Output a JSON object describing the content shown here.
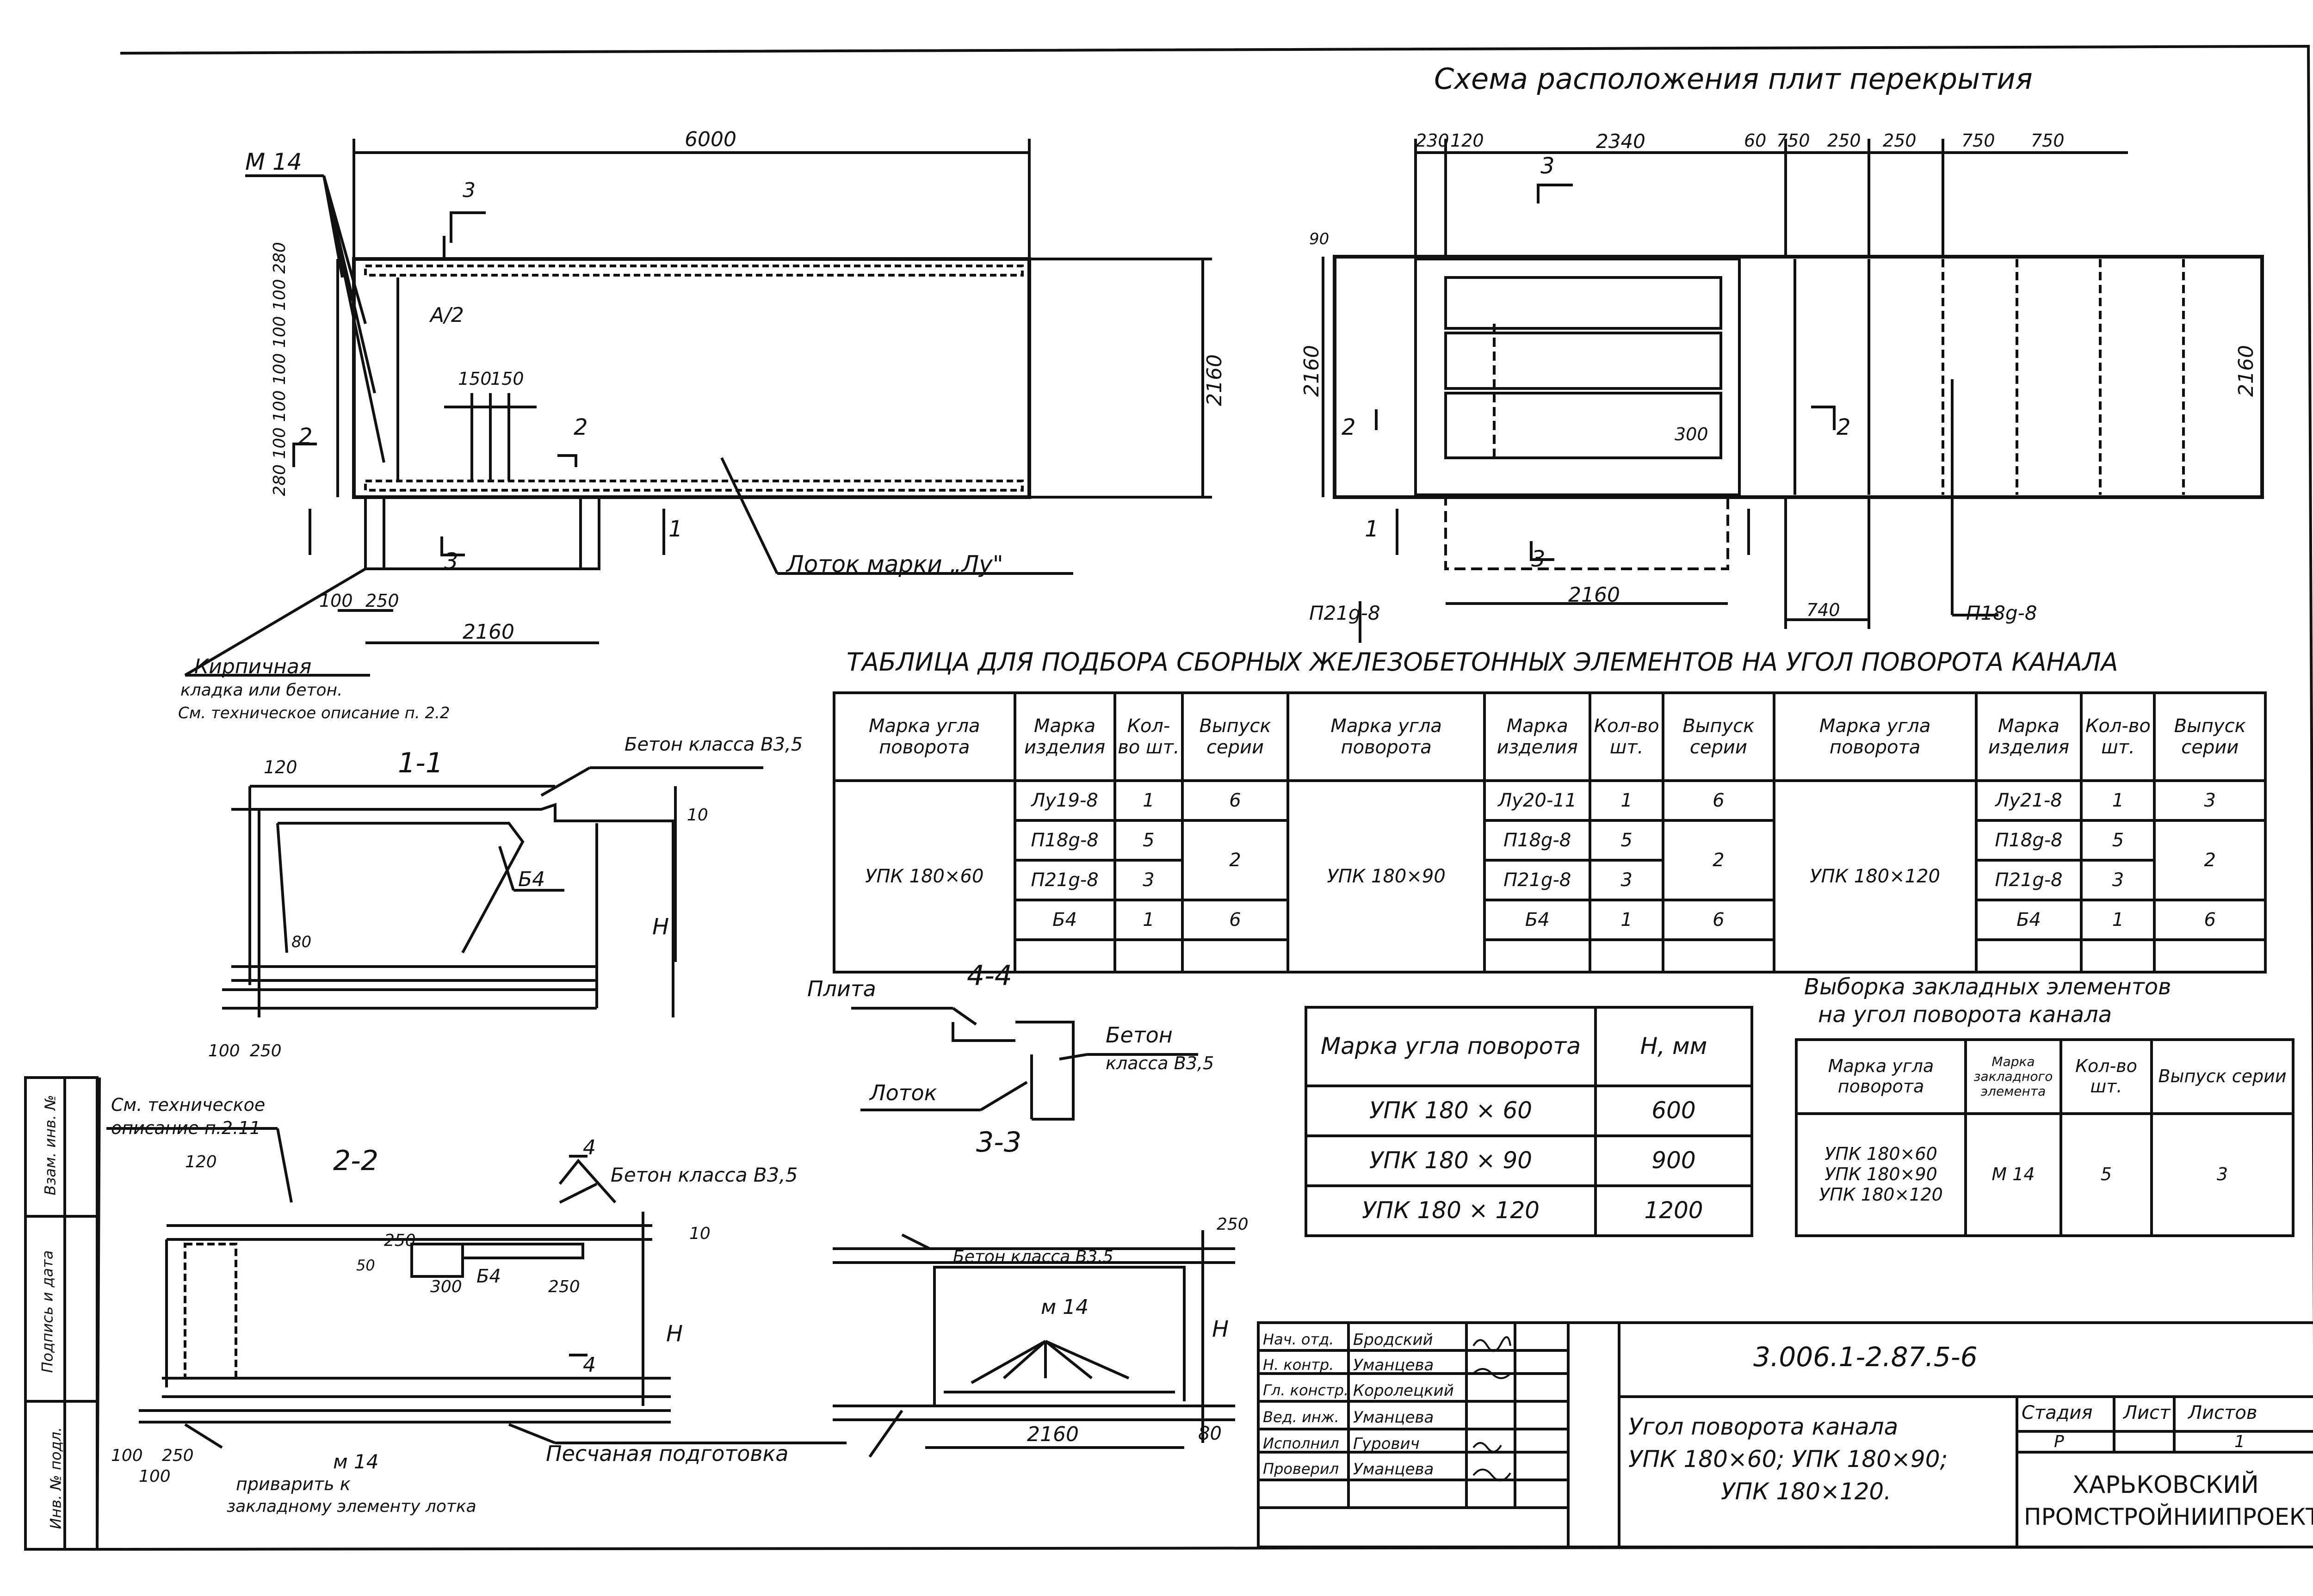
{
  "sheet": {
    "title": "Схема расположения плит перекрытия",
    "table_title": "ТАБЛИЦА ДЛЯ ПОДБОРА СБОРНЫХ ЖЕЛЕЗОБЕТОННЫХ ЭЛЕМЕНТОВ НА УГОЛ ПОВОРОТА КАНАЛА"
  },
  "left_plan": {
    "dim_6000": "6000",
    "dim_2160_right": "2160",
    "dim_2160_bottom": "2160",
    "dim_100": "100",
    "dim_250": "250",
    "dim_150a": "150",
    "dim_150b": "150",
    "label_m14": "М 14",
    "label_a2": "А/2",
    "sec_3": "3",
    "sec_2": "2",
    "sec_1": "1",
    "vert_dims": "280 100 100 100 100 100 280",
    "lotok_label": "Лоток марки „Лу\"",
    "masonry_1": "Кирпичная",
    "masonry_2": "кладка или бетон.",
    "masonry_3": "См. техническое описание п. 2.2"
  },
  "right_plan": {
    "top_dims": [
      "230",
      "120",
      "2340",
      "60",
      "750",
      "250",
      "250",
      "750",
      "750"
    ],
    "dim_2160_left": "2160",
    "dim_2160_right": "2160",
    "dim_2160_bottom": "2160",
    "dim_90": "90",
    "dim_300": "300",
    "dim_740": "740",
    "sec_3": "3",
    "sec_2": "2",
    "sec_1": "1",
    "p21": "П21g-8",
    "p18": "П18g-8"
  },
  "sec_1_1": {
    "title": "1-1",
    "beton": "Бетон класса В3,5",
    "dim_120": "120",
    "dim_10": "10",
    "b4": "Б4",
    "h": "Н",
    "dim_100": "100",
    "dim_250": "250",
    "dim_80": "80"
  },
  "sec_4_4": {
    "title": "4-4",
    "plita": "Плита",
    "beton1": "Бетон",
    "beton2": "класса В3,5",
    "lotok": "Лоток"
  },
  "sec_3_3": {
    "title": "3-3",
    "beton": "Бетон класса В3,5",
    "m14": "м 14",
    "dim_2160": "2160",
    "dim_80": "80",
    "dim_250": "250",
    "h": "Н"
  },
  "sec_2_2": {
    "title": "2-2",
    "note1": "См. техническое",
    "note2": "описание п.2.11",
    "beton": "Бетон класса В3,5",
    "sec4": "4",
    "dim_120": "120",
    "dim_250": "250",
    "dim_50": "50",
    "dim_300": "300",
    "b4": "Б4",
    "dim_250b": "250",
    "dim_10": "10",
    "h": "Н",
    "dim_100a": "100",
    "dim_250c": "250",
    "dim_100b": "100",
    "m14": "м 14",
    "weld1": "приварить к",
    "weld2": "закладному элементу лотка",
    "sand": "Песчаная подготовка"
  },
  "main_table": {
    "headers": [
      "Марка угла поворота",
      "Марка изделия",
      "Кол-во шт.",
      "Выпуск серии"
    ],
    "groups": [
      {
        "mark": "УПК 180×60",
        "rows": [
          [
            "Лу19-8",
            "1",
            "6"
          ],
          [
            "П18g-8",
            "5",
            "2"
          ],
          [
            "П21g-8",
            "3",
            ""
          ],
          [
            "Б4",
            "1",
            "6"
          ]
        ]
      },
      {
        "mark": "УПК 180×90",
        "rows": [
          [
            "Лу20-11",
            "1",
            "6"
          ],
          [
            "П18g-8",
            "5",
            "2"
          ],
          [
            "П21g-8",
            "3",
            ""
          ],
          [
            "Б4",
            "1",
            "6"
          ]
        ]
      },
      {
        "mark": "УПК 180×120",
        "rows": [
          [
            "Лу21-8",
            "1",
            "3"
          ],
          [
            "П18g-8",
            "5",
            "2"
          ],
          [
            "П21g-8",
            "3",
            ""
          ],
          [
            "Б4",
            "1",
            "6"
          ]
        ]
      }
    ]
  },
  "h_table": {
    "headers": [
      "Марка угла поворота",
      "Н, мм"
    ],
    "rows": [
      [
        "УПК 180 × 60",
        "600"
      ],
      [
        "УПК 180 × 90",
        "900"
      ],
      [
        "УПК 180 × 120",
        "1200"
      ]
    ]
  },
  "embedded": {
    "title1": "Выборка закладных элементов",
    "title2": "на угол поворота канала",
    "headers": [
      "Марка угла поворота",
      "Марка закладного элемента",
      "Кол-во шт.",
      "Выпуск серии"
    ],
    "marks": [
      "УПК 180×60",
      "УПК 180×90",
      "УПК 180×120"
    ],
    "element": "М 14",
    "qty": "5",
    "series": "3"
  },
  "side_stamp": [
    "Взам. инв. №",
    "Подпись и дата",
    "Инв. № подл."
  ],
  "title_block": {
    "roles": [
      "Нач. отд.",
      "Н. контр.",
      "Гл. констр.",
      "Вед. инж.",
      "Исполнил",
      "Проверил"
    ],
    "names": [
      "Бродский",
      "Уманцева",
      "Королецкий",
      "Уманцева",
      "Гурович",
      "Уманцева"
    ],
    "code": "3.006.1-2.87.5-6",
    "desc1": "Угол поворота канала",
    "desc2": "УПК 180×60; УПК 180×90;",
    "desc3": "УПК 180×120.",
    "stage_h": "Стадия",
    "sheet_h": "Лист",
    "sheets_h": "Листов",
    "stage": "Р",
    "sheets": "1",
    "org1": "ХАРЬКОВСКИЙ",
    "org2": "ПРОМСТРОЙНИИПРОЕКТ"
  }
}
